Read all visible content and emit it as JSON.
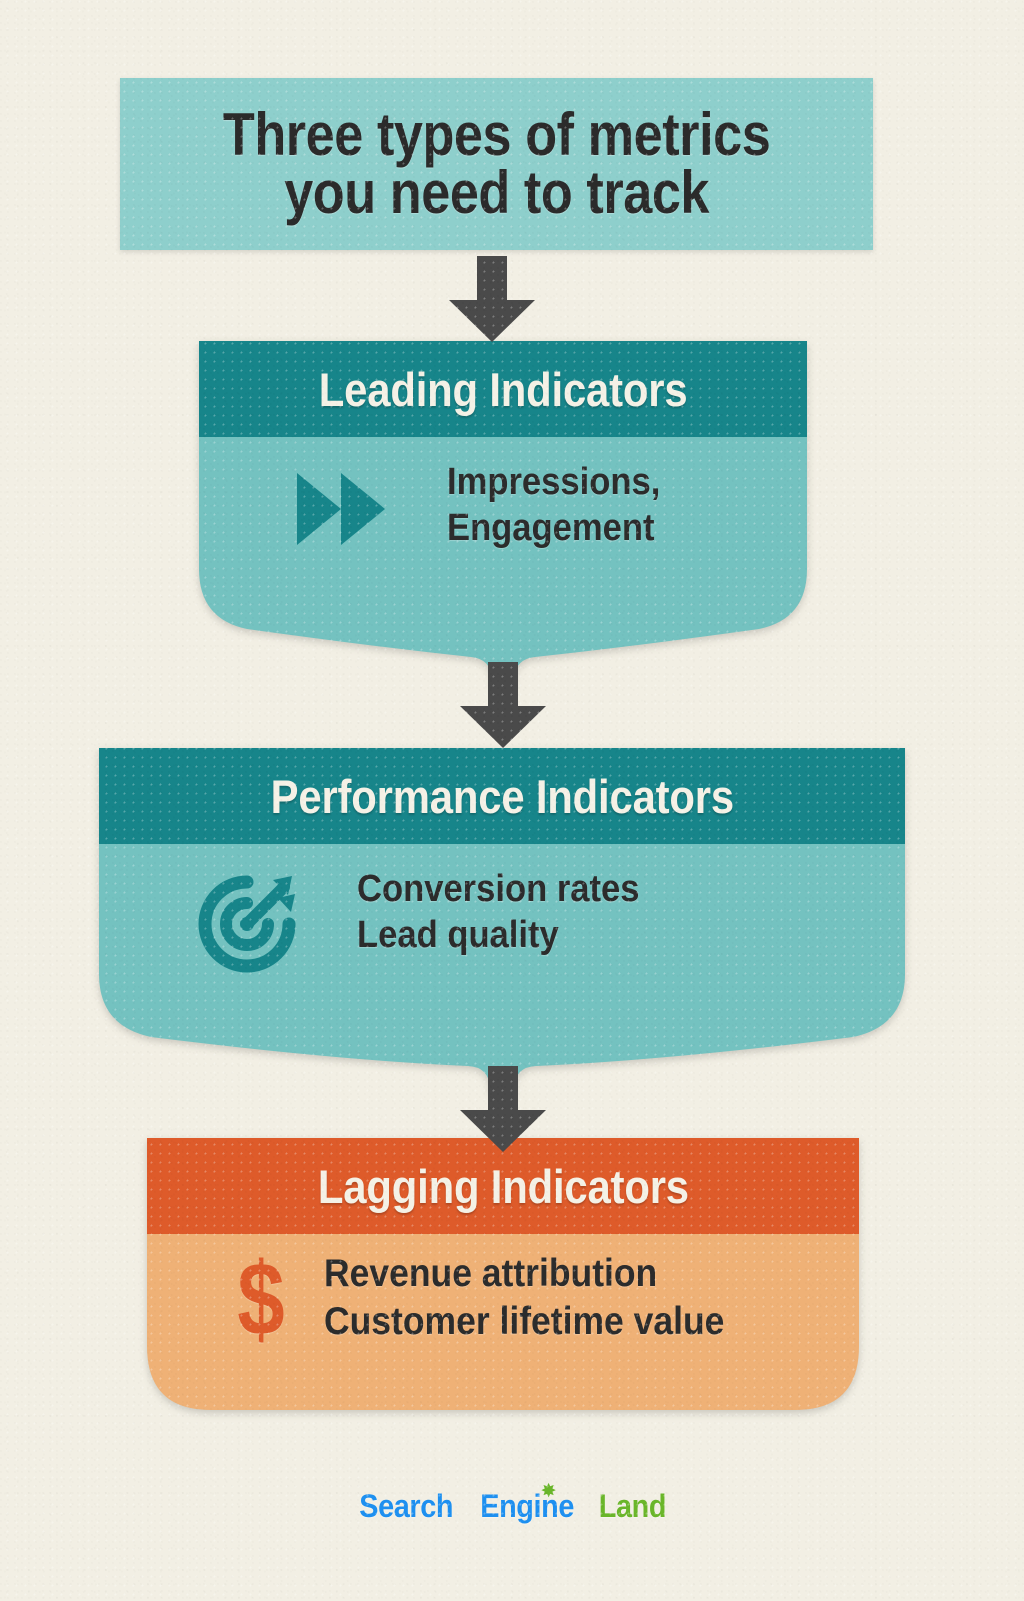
{
  "title": {
    "text": "Three types of metrics\nyou need to track",
    "banner_color": "#8ecfcc",
    "text_color": "#2b2b2b"
  },
  "cards": [
    {
      "id": "leading-indicators",
      "heading": "Leading Indicators",
      "body_lines": "Impressions,\nEngagement",
      "icon": "double-chevron-icon",
      "header_color": "#17858a",
      "body_color": "#74c2c0",
      "icon_color": "#17858a",
      "heading_color": "#f4f1e6",
      "body_text_color": "#2c2c2c"
    },
    {
      "id": "performance-indicators",
      "heading": "Performance Indicators",
      "body_lines": "Conversion rates\nLead quality",
      "icon": "target-arrow-icon",
      "header_color": "#17858a",
      "body_color": "#74c2c0",
      "icon_color": "#17858a",
      "heading_color": "#f4f1e6",
      "body_text_color": "#2c2c2c"
    },
    {
      "id": "lagging-indicators",
      "heading": "Lagging Indicators",
      "body_lines": "Revenue attribution\nCustomer lifetime value",
      "icon": "dollar-sign-icon",
      "icon_glyph": "$",
      "header_color": "#de5b2a",
      "body_color": "#efb176",
      "icon_color": "#de5b2a",
      "heading_color": "#f4f1e6",
      "body_text_color": "#2c2c2c"
    }
  ],
  "connectors": [
    {
      "name": "arrow-title-to-leading",
      "direction": "down",
      "color": "#4a4a4a"
    },
    {
      "name": "arrow-leading-to-performance",
      "direction": "down",
      "color": "#4a4a4a"
    },
    {
      "name": "arrow-performance-to-lagging",
      "direction": "down",
      "color": "#4a4a4a"
    }
  ],
  "logo": {
    "word1": "Search",
    "word2": "Engine",
    "word3": "Land",
    "star": "✸",
    "blue": "#1e90f0",
    "green": "#6ab62a"
  },
  "background": {
    "paper_color": "#f2efe4"
  }
}
